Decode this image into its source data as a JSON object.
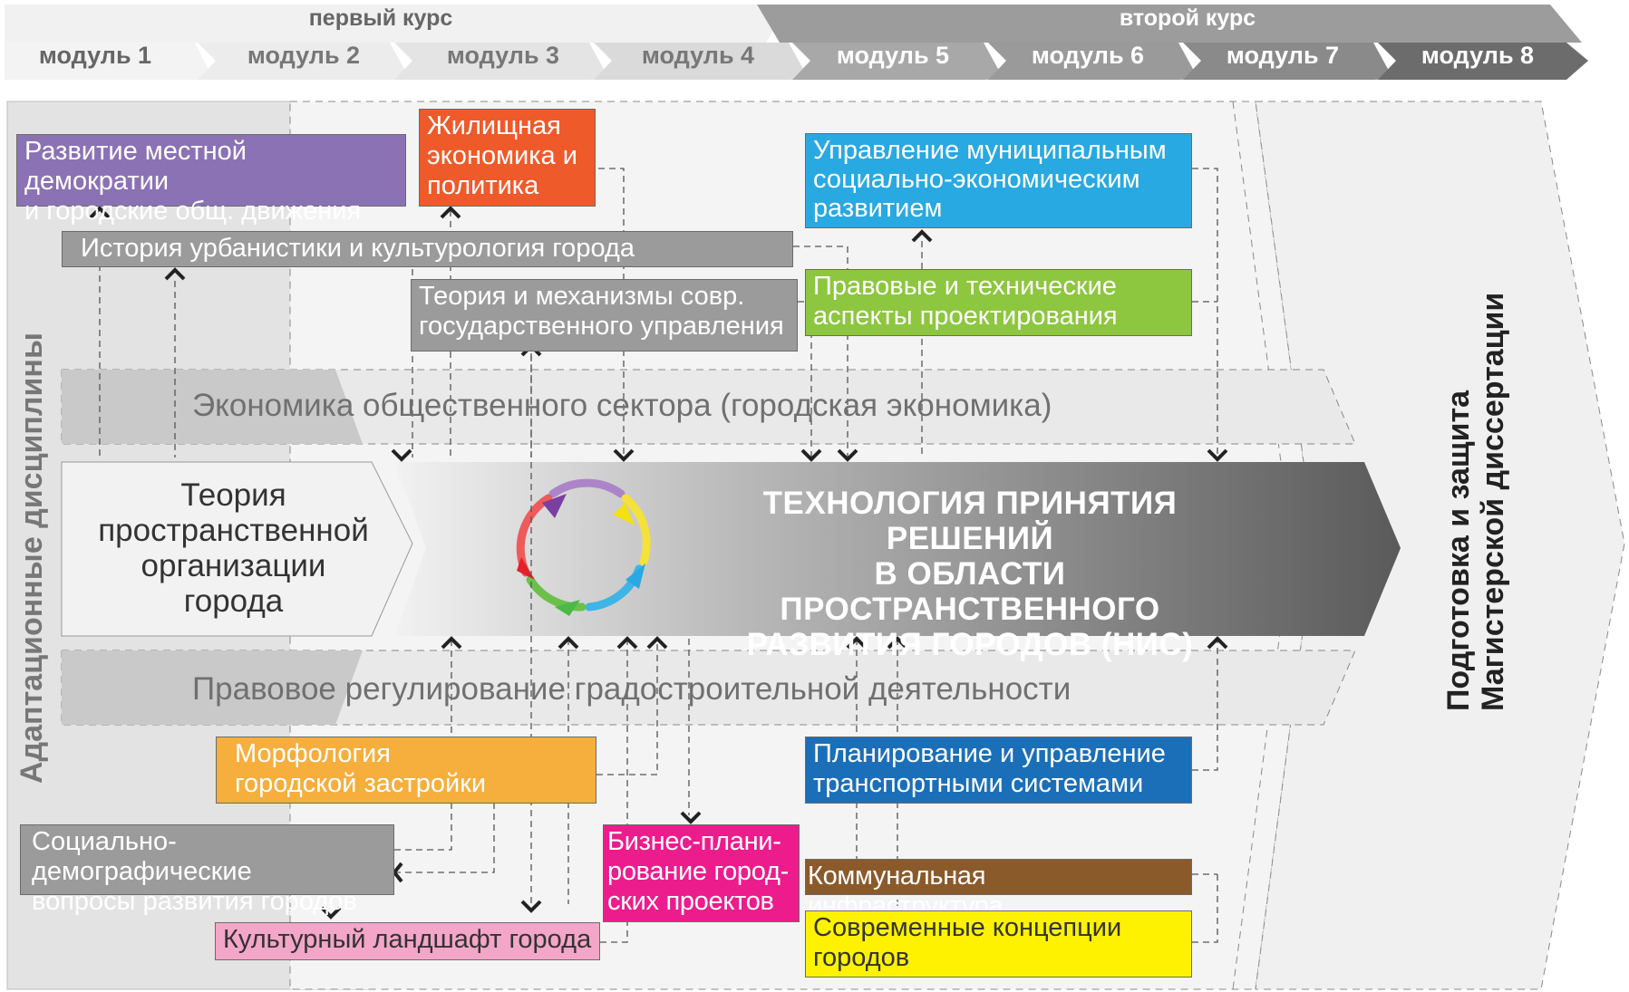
{
  "header": {
    "year1": "первый курс",
    "year2": "второй курс",
    "modules": [
      "модуль 1",
      "модуль 2",
      "модуль 3",
      "модуль 4",
      "модуль 5",
      "модуль 6",
      "модуль 7",
      "модуль 8"
    ]
  },
  "side": {
    "left": "Адаптационные дисциплины",
    "right_line1": "Подготовка и защита",
    "right_line2": "Магистерской диссертации"
  },
  "bands": {
    "economics": "Экономика общественного сектора (городская экономика)",
    "law": "Правовое регулирование градостроительной деятельности"
  },
  "theory": {
    "line1": "Теория",
    "line2": "пространственной",
    "line3": "организации",
    "line4": "города"
  },
  "center": {
    "line1": "ТЕХНОЛОГИЯ ПРИНЯТИЯ РЕШЕНИЙ",
    "line2": "В ОБЛАСТИ ПРОСТРАНСТВЕННОГО",
    "line3": "РАЗВИТИЯ ГОРОДОВ (НИС)"
  },
  "disciplines": {
    "democracy": {
      "line1": "Развитие местной демократии",
      "line2": "и городские общ. движения",
      "color": "#8b72b4"
    },
    "housing": {
      "line1": "Жилищная",
      "line2": "экономика и",
      "line3": "политика",
      "color": "#ef5a2a"
    },
    "history": {
      "line1": "История урбанистики и культурология города",
      "color": "#9b9b9b"
    },
    "theory_gov": {
      "line1": "Теория и механизмы совр.",
      "line2": "государственного управления",
      "color": "#9b9b9b"
    },
    "municipal": {
      "line1": "Управление муниципальным",
      "line2": "социально-экономическим",
      "line3": "развитием",
      "color": "#29a9e1"
    },
    "legal": {
      "line1": "Правовые и технические",
      "line2": "аспекты проектирования",
      "color": "#8dc63f"
    },
    "morphology": {
      "line1": "Морфология",
      "line2": "городской застройки",
      "color": "#f6ae3c"
    },
    "socdem": {
      "line1": "Социально-демографические",
      "line2": "вопросы развития городов",
      "color": "#9b9b9b"
    },
    "landscape": {
      "line1": "Культурный ландшафт города",
      "color": "#f4a6c8",
      "text_color": "#333333"
    },
    "business": {
      "line1": "Бизнес-плани-",
      "line2": "рование город-",
      "line3": "ских проектов",
      "color": "#ec1c8c"
    },
    "transport": {
      "line1": "Планирование и управление",
      "line2": "транспортными системами",
      "color": "#1b6fb8"
    },
    "communal": {
      "line1": "Коммунальная инфраструктура",
      "color": "#8b5a2b"
    },
    "concepts": {
      "line1": "Современные концепции",
      "line2": "городов",
      "color": "#fff200",
      "text_color": "#333333"
    }
  }
}
